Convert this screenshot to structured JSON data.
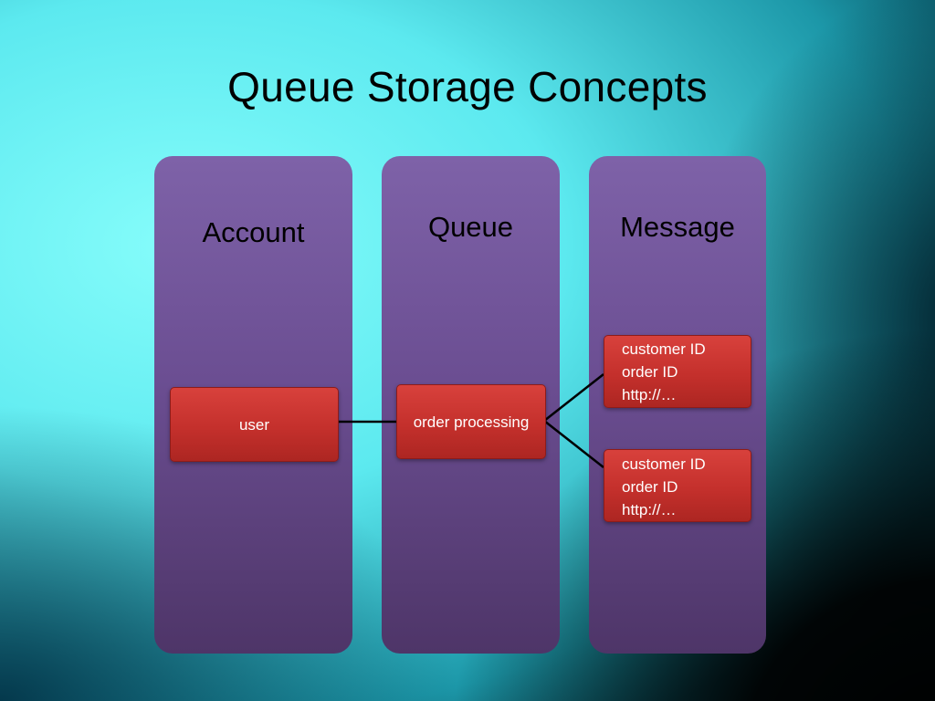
{
  "slide": {
    "title": "Queue Storage Concepts"
  },
  "columns": {
    "account": {
      "title": "Account"
    },
    "queue": {
      "title": "Queue"
    },
    "message": {
      "title": "Message"
    }
  },
  "nodes": {
    "user": {
      "label": "user"
    },
    "queue_item": {
      "label": "order processing"
    },
    "messages": [
      {
        "lines": [
          "customer ID",
          "order ID",
          "http://…"
        ]
      },
      {
        "lines": [
          "customer ID",
          "order ID",
          "http://…"
        ]
      }
    ]
  },
  "colors": {
    "column_fill": "#6b4e92",
    "box_fill": "#c4302c",
    "connector": "#000000"
  }
}
